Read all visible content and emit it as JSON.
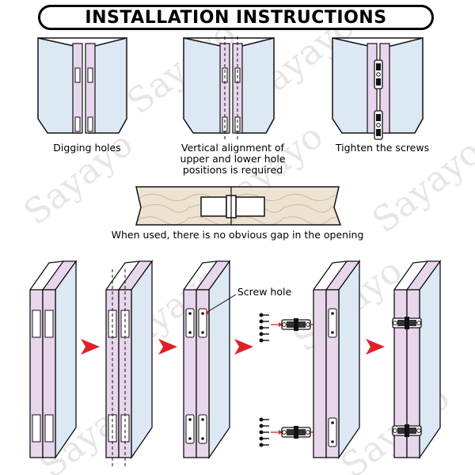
{
  "title": "INSTALLATION INSTRUCTIONS",
  "steps_top": [
    {
      "label": "Digging holes"
    },
    {
      "label_line1": "Vertical alignment of",
      "label_line2": "upper and lower hole",
      "label_line3": "positions is required"
    },
    {
      "label": "Tighten the screws"
    }
  ],
  "gap_caption": "When used, there is no obvious gap in the opening",
  "screw_hole_label": "Screw hole",
  "watermark": "Sayayo",
  "colors": {
    "door_frame": "#e8d6ec",
    "glass": "#dde8f5",
    "wood": "#eee3d3",
    "arrow": "#e02027",
    "outline": "#111111"
  },
  "icons": [
    "hinge-icon",
    "screw-icon",
    "arrow-right-icon"
  ]
}
